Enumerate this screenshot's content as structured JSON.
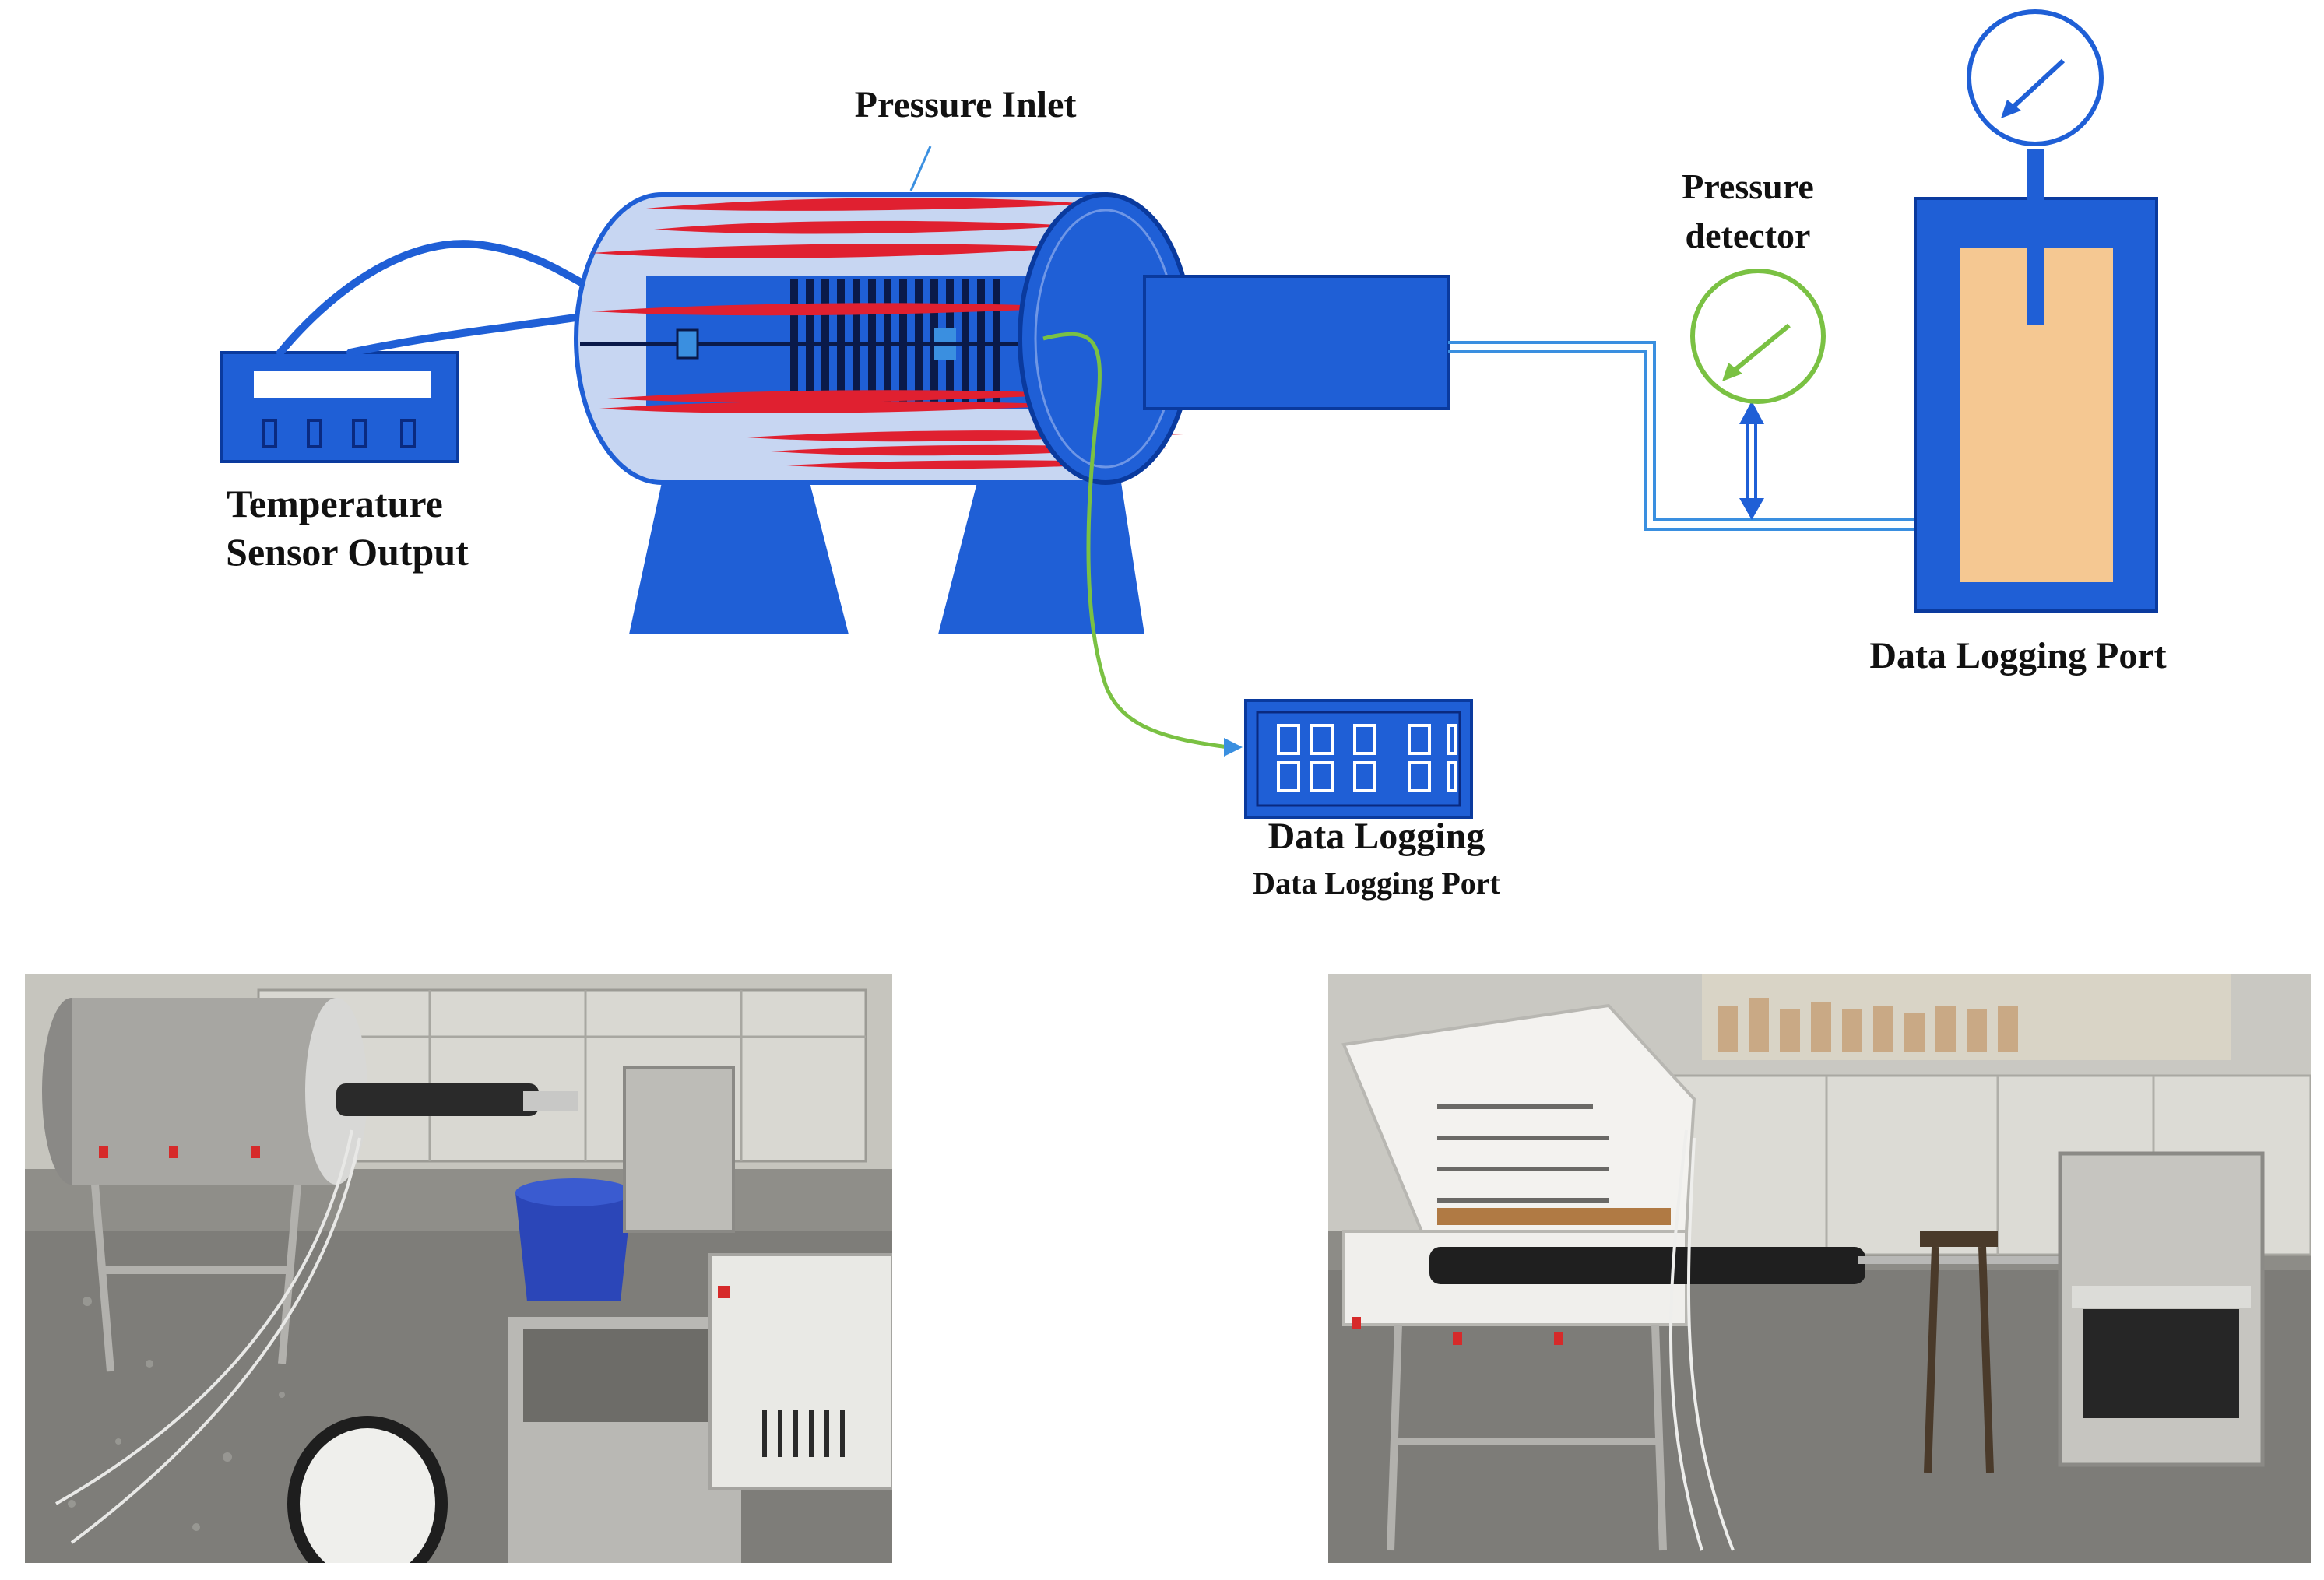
{
  "diagram": {
    "labels": {
      "pressure_inlet": "Pressure Inlet",
      "temperature_sensor_output_line1": "Temperature",
      "temperature_sensor_output_line2": "Sensor Output",
      "pressure_detector_line1": "Pressure",
      "pressure_detector_line2": "detector",
      "data_logging_port_right": "Data Logging Port",
      "data_logging": "Data Logging",
      "data_logging_port_bottom": "Data Logging Port"
    },
    "colors": {
      "vessel_blue": "#1f5fd6",
      "vessel_light": "#c7d6f2",
      "heater_red": "#e02030",
      "gauge_green": "#7ac143",
      "sample_tan": "#f5c892",
      "line_light_blue": "#3a8fe0"
    }
  },
  "photos": [
    {
      "name": "photo-left",
      "depicts": "stainless-steel-furnace-with-water-bath"
    },
    {
      "name": "photo-right",
      "depicts": "opened-furnace-with-pump-cart"
    }
  ]
}
